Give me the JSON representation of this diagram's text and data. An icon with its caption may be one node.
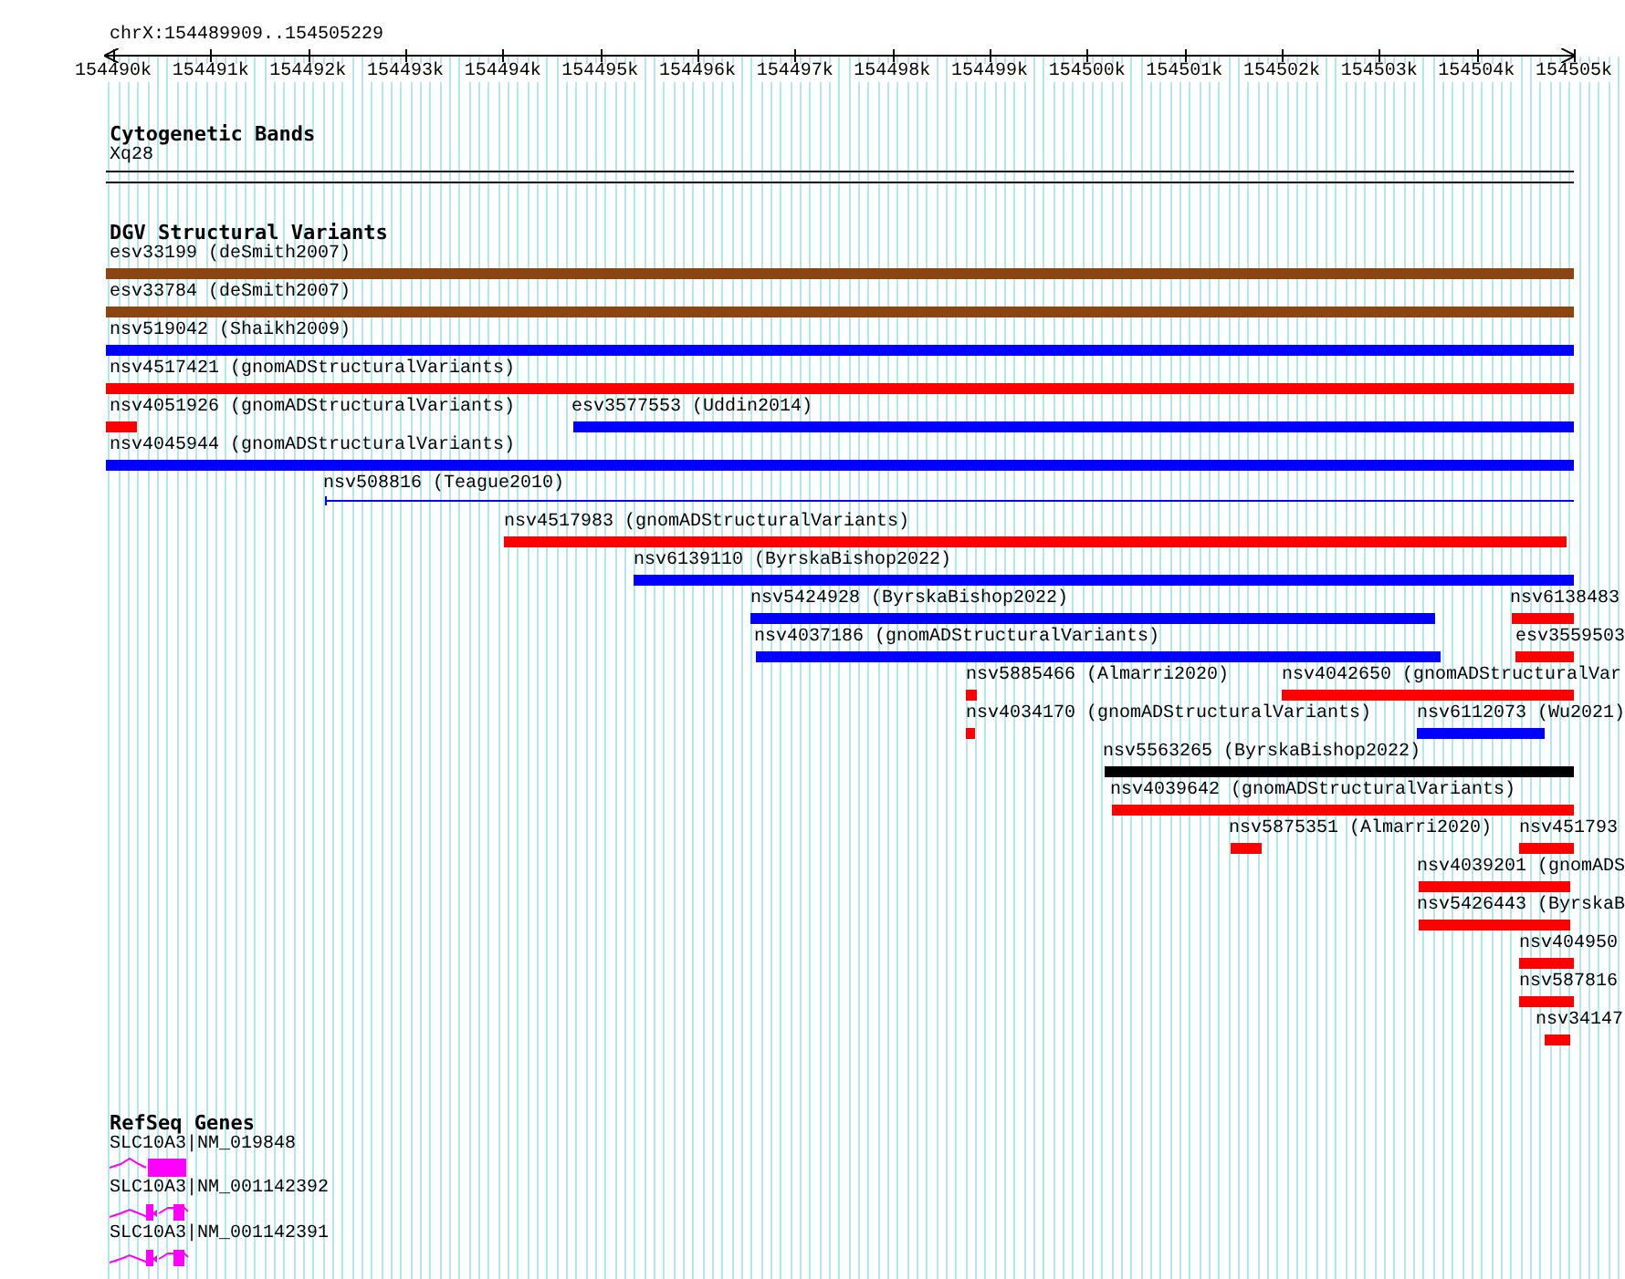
{
  "diagram": {
    "nodes": [
      {
        "text": [
          "Xq28"
        ]
      },
      {
        "text": [
          "esv33199 (deSmith2007)"
        ]
      },
      {
        "text": [
          "esv33784 (deSmith2007)"
        ]
      },
      {
        "text": [
          "nsv519042 (Shaikh2009)"
        ]
      },
      {
        "text": [
          "nsv4517421 (gnomADStructuralVariants)"
        ]
      },
      {
        "text": [
          "nsv4051926 (gnomADStructuralVariants)"
        ]
      },
      {
        "text": [
          "esv3577553 (Uddin2014)"
        ]
      },
      {
        "text": [
          "nsv4045944 (gnomADStructuralVariants)"
        ]
      },
      {
        "text": [
          "nsv508816 (Teague2010)"
        ]
      },
      {
        "text": [
          "nsv4517983 (gnomADStructuralVariants)"
        ]
      },
      {
        "text": [
          "nsv6139110 (ByrskaBishop2022)"
        ]
      },
      {
        "text": [
          "nsv5424928 (ByrskaBishop2022)"
        ]
      },
      {
        "text": [
          "nsv6138483"
        ]
      },
      {
        "text": [
          "nsv4037186 (gnomADStructuralVariants)"
        ]
      },
      {
        "text": [
          "esv3559503"
        ]
      },
      {
        "text": [
          "nsv5885466 (Almarri2020)"
        ]
      },
      {
        "text": [
          "nsv4042650 (gnomADStructuralVar"
        ]
      },
      {
        "text": [
          "nsv4034170 (gnomADStructuralVariants)"
        ]
      },
      {
        "text": [
          "nsv6112073 (Wu2021)"
        ]
      },
      {
        "text": [
          "nsv5563265 (ByrskaBishop2022)"
        ]
      },
      {
        "text": [
          "nsv4039642 (gnomADStructuralVariants)"
        ]
      },
      {
        "text": [
          "nsv5875351 (Almarri2020)"
        ]
      },
      {
        "text": [
          "nsv451793"
        ]
      },
      {
        "text": [
          "nsv4039201 (gnomADS"
        ]
      },
      {
        "text": [
          "nsv5426443 (ByrskaB"
        ]
      },
      {
        "text": [
          "nsv404950"
        ]
      },
      {
        "text": [
          "nsv587816"
        ]
      },
      {
        "text": [
          "nsv34147"
        ]
      },
      {
        "text": [
          "SLC10A3|NM_019848"
        ]
      },
      {
        "text": [
          "SLC10A3|NM_001142392"
        ]
      },
      {
        "text": [
          "SLC10A3|NM_001142391"
        ]
      }
    ],
    "labels": [
      "chrX:154489909..154505229",
      "154490k",
      "154491k",
      "154492k",
      "154493k",
      "154494k",
      "154495k",
      "154496k",
      "154497k",
      "154498k",
      "154499k",
      "154500k",
      "154501k",
      "154502k",
      "154503k",
      "154504k",
      "154505k",
      "Cytogenetic Bands",
      "DGV Structural Variants",
      "RefSeq Genes"
    ]
  }
}
